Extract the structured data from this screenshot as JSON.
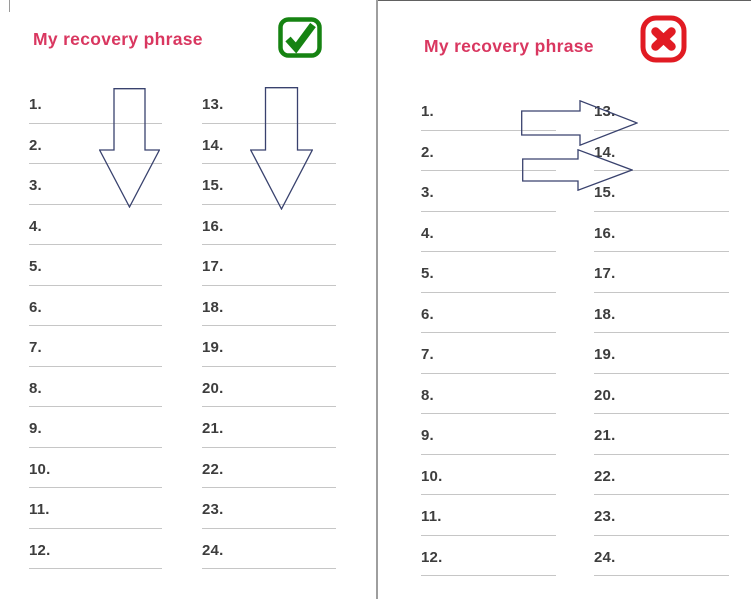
{
  "panels": [
    {
      "name": "correct-example",
      "title": "My recovery phrase",
      "status_icon": "check-icon",
      "status_meaning": "correct",
      "flow_icon": "down-arrow-icon",
      "flow_direction": "down",
      "col1": [
        "1.",
        "2.",
        "3.",
        "4.",
        "5.",
        "6.",
        "7.",
        "8.",
        "9.",
        "10.",
        "11.",
        "12."
      ],
      "col2": [
        "13.",
        "14.",
        "15.",
        "16.",
        "17.",
        "18.",
        "19.",
        "20.",
        "21.",
        "22.",
        "23.",
        "24."
      ]
    },
    {
      "name": "incorrect-example",
      "title": "My recovery phrase",
      "status_icon": "cross-icon",
      "status_meaning": "incorrect",
      "flow_icon": "right-arrow-icon",
      "flow_direction": "right",
      "col1": [
        "1.",
        "2.",
        "3.",
        "4.",
        "5.",
        "6.",
        "7.",
        "8.",
        "9.",
        "10.",
        "11.",
        "12."
      ],
      "col2": [
        "13.",
        "14.",
        "15.",
        "16.",
        "17.",
        "18.",
        "19.",
        "20.",
        "21.",
        "22.",
        "23.",
        "24."
      ]
    }
  ],
  "colors": {
    "title_pink": "#d93760",
    "check_green": "#168312",
    "cross_red": "#e11b23",
    "arrow_navy": "#39426e",
    "line_gray": "#c6c6c6",
    "number_text": "#3d3d3d",
    "divider_gray": "#9e9e9e"
  }
}
